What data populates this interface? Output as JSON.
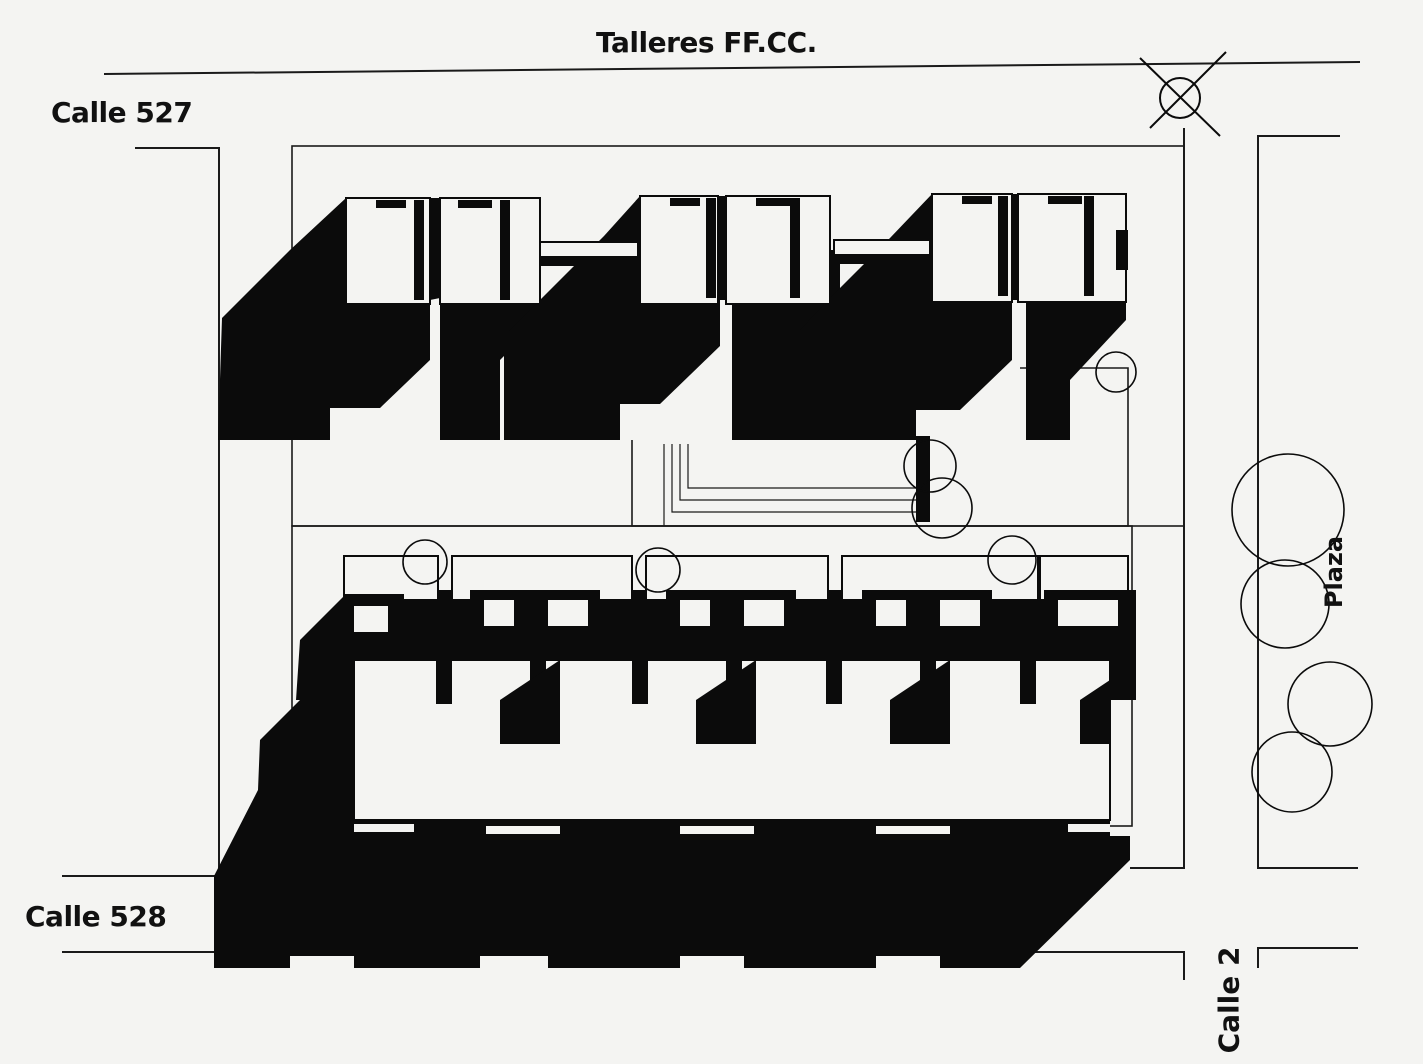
{
  "labels": {
    "railway_workshops": "Talleres FF.CC.",
    "street_north": "Calle 527",
    "street_south": "Calle 528",
    "street_east": "Calle 2",
    "square": "Plaza"
  },
  "colors": {
    "ink": "#0b0b0b",
    "paper": "#f4f4f2",
    "line": "#1a1a1a"
  }
}
